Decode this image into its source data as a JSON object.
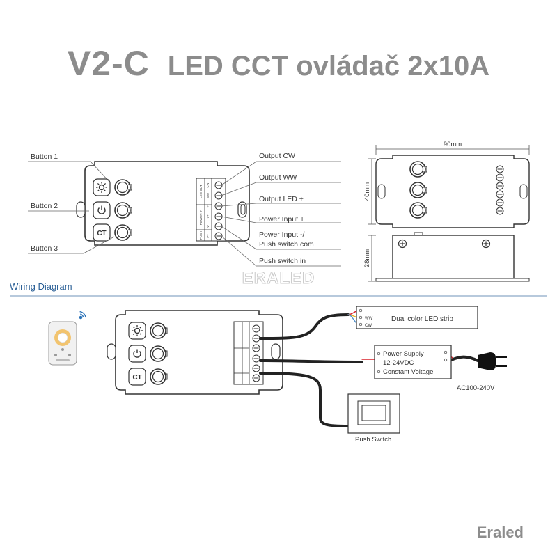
{
  "title": {
    "model": "V2-C",
    "name": "LED CCT ovládač 2x10A"
  },
  "brand": "Eraled",
  "watermark": "ERALED",
  "front_view": {
    "button_labels": [
      "Button 1",
      "Button 2",
      "Button 3"
    ],
    "button_icons": [
      "brightness-sun-icon",
      "power-icon",
      "ct-icon"
    ],
    "ct_text": "CT",
    "terminal_labels": [
      "Output CW",
      "Output WW",
      "Output LED +",
      "Power Input +",
      "Power Input -/",
      "Push switch com",
      "Push switch in"
    ],
    "terminal_group_labels": [
      "LED OUT",
      "POWER IN",
      "PUSH"
    ],
    "terminal_pin_labels": [
      "CW",
      "WW",
      "V+",
      "V+",
      "V-",
      "P+"
    ]
  },
  "dimensions": {
    "width": "90mm",
    "height": "40mm",
    "depth": "28mm"
  },
  "wiring": {
    "section_title": "Wiring Diagram",
    "led_strip": {
      "label": "Dual color LED strip",
      "pins": [
        "+",
        "WW",
        "CW"
      ]
    },
    "power_supply": {
      "lines": [
        "Power Supply",
        "12-24VDC",
        "Constant Voltage"
      ],
      "input": "AC100-240V"
    },
    "push_switch": "Push Switch"
  },
  "colors": {
    "title": "#8c8c8c",
    "section_title": "#2a5f96",
    "section_rule": "#6f93b8",
    "outline": "#333333",
    "wire_red": "#d8202a",
    "wire_yellow": "#e7b21f",
    "wire_blue": "#4f8fc9"
  }
}
